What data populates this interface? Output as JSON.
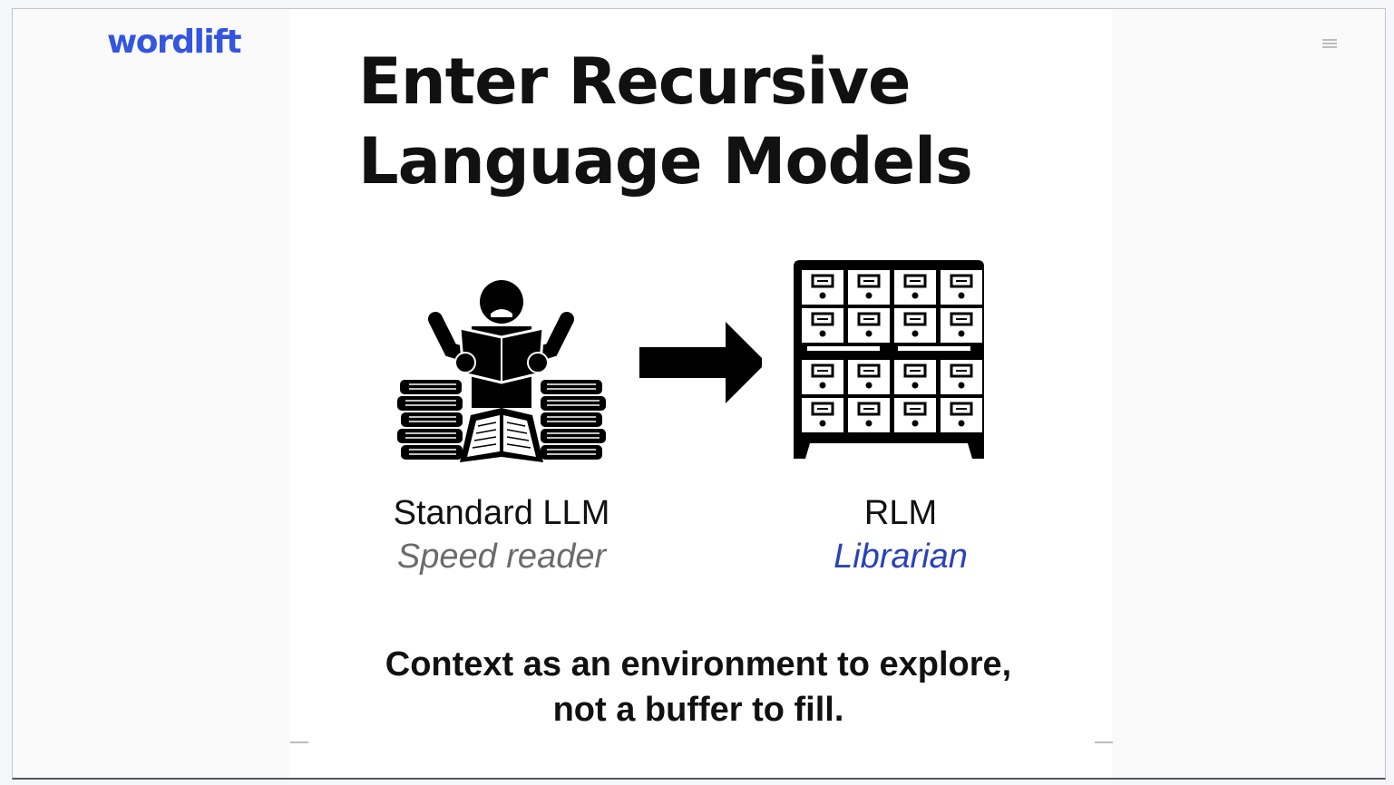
{
  "brand": {
    "logo_text": "wordlift",
    "logo_color": "#3355e0"
  },
  "toolbar": {
    "menu_icon": "hamburger-menu-icon"
  },
  "slide": {
    "title_line1": "Enter Recursive",
    "title_line2": "Language Models",
    "left": {
      "icon": "overwhelmed-reader-with-book-stacks-icon",
      "label": "Standard LLM",
      "sublabel": "Speed reader",
      "sublabel_color": "#6b6b6b"
    },
    "arrow_icon": "arrow-right-icon",
    "right": {
      "icon": "card-catalog-cabinet-icon",
      "label": "RLM",
      "sublabel": "Librarian",
      "sublabel_color": "#2a43b8"
    },
    "tagline_line1": "Context as an environment to explore,",
    "tagline_line2": "not a buffer to fill."
  }
}
